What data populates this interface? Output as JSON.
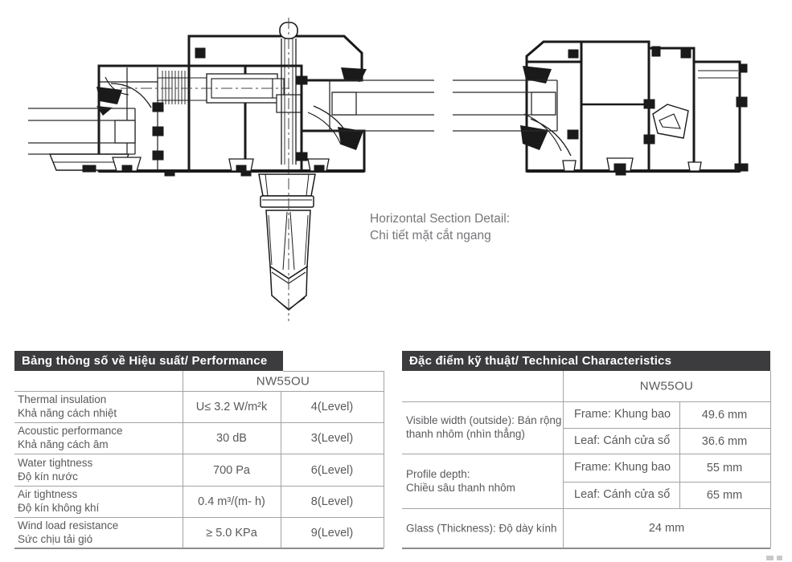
{
  "drawing": {
    "caption_line1": "Horizontal Section Detail:",
    "caption_line2": "Chi tiết mặt cắt ngang"
  },
  "performance_table": {
    "title": "Bảng thông số về Hiệu suất/ Performance",
    "column_header": "NW55OU",
    "rows": [
      {
        "label_en": "Thermal insulation",
        "label_vi": "Khả năng cách nhiệt",
        "value": "U≤ 3.2 W/m²k",
        "level": "4(Level)"
      },
      {
        "label_en": "Acoustic performance",
        "label_vi": "Khả năng cách âm",
        "value": "30 dB",
        "level": "3(Level)"
      },
      {
        "label_en": "Water tightness",
        "label_vi": "Độ kín nước",
        "value": "700 Pa",
        "level": "6(Level)"
      },
      {
        "label_en": "Air tightness",
        "label_vi": "Độ kín không khí",
        "value": "0.4 m³/(m- h)",
        "level": "8(Level)"
      },
      {
        "label_en": "Wind load resistance",
        "label_vi": "Sức chịu tải gió",
        "value": "≥ 5.0 KPa",
        "level": "9(Level)"
      }
    ]
  },
  "characteristics_table": {
    "title": "Đặc điểm kỹ thuật/ Technical Characteristics",
    "column_header": "NW55OU",
    "groups": [
      {
        "label_line1": "Visible width (outside): Bán rộng",
        "label_line2": "thanh nhôm (nhìn thẳng)",
        "rows": [
          {
            "part": "Frame: Khung bao",
            "value": "49.6 mm"
          },
          {
            "part": "Leaf: Cánh cửa sổ",
            "value": "36.6 mm"
          }
        ]
      },
      {
        "label_line1": "Profile depth:",
        "label_line2": "Chiều sâu thanh nhôm",
        "rows": [
          {
            "part": "Frame: Khung bao",
            "value": "55 mm"
          },
          {
            "part": "Leaf: Cánh cửa sổ",
            "value": "65 mm"
          }
        ]
      }
    ],
    "glass_row": {
      "label": "Glass (Thickness): Độ dày kính",
      "value": "24 mm"
    }
  },
  "colors": {
    "header_bg": "#3c3c3e",
    "header_text": "#ffffff",
    "table_text": "#58595b",
    "grid_line": "#a3a3a5",
    "drawing_line": "#1a1a1a",
    "caption_text": "#76777a"
  }
}
